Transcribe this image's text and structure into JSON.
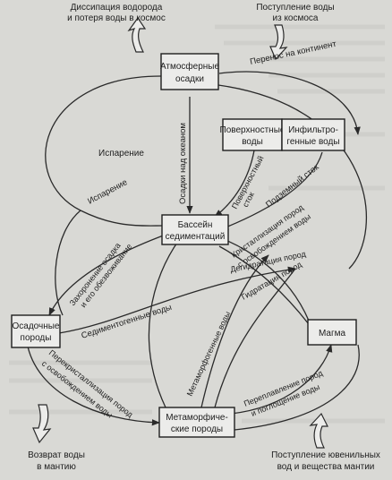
{
  "nodes": {
    "precipitation": [
      "Атмосферные",
      "осадки"
    ],
    "surface_water": [
      "Поверхностные",
      "воды"
    ],
    "infiltration_water": [
      "Инфильтро-",
      "генные воды"
    ],
    "basin": [
      "Бассейн",
      "седиментаций"
    ],
    "sedimentary": [
      "Осадочные",
      "породы"
    ],
    "magma": [
      "Магма"
    ],
    "metamorphic": [
      "Метаморфиче-",
      "ские породы"
    ]
  },
  "external": {
    "hydrogen_dissipation": [
      "Диссипация водорода",
      "и потеря воды в космос"
    ],
    "space_water": [
      "Поступление воды",
      "из космоса"
    ],
    "return_mantle": [
      "Возврат воды",
      "в мантию"
    ],
    "juvenile_supply": [
      "Поступление ювенильных",
      "вод и вещества мантии"
    ]
  },
  "edge_labels": {
    "transfer_continent": "Перенос на континент",
    "evaporation_top": "Испарение",
    "precip_over_ocean": "Осадки над океаном",
    "evaporation_side": "Испарение",
    "surface_runoff": [
      "Поверхностный",
      "сток"
    ],
    "underground_runoff": "Подземный сток",
    "burial": [
      "Захоронение осадка",
      "и его обезвоживание"
    ],
    "crystallization": [
      "Кристаллизация пород",
      "с освобождением воды"
    ],
    "dehydration": "Дегидратация пород",
    "hydration": "Гидратация пород",
    "sedimentogenic": "Седиментогенные воды",
    "recrystallization": [
      "Перекристаллизация пород",
      "с освобождением воды"
    ],
    "metamorphogenic": "Метаморфогенные воды",
    "remelting": [
      "Переплавление пород",
      "и поглощение воды"
    ]
  },
  "colors": {
    "background": "#d9d9d5",
    "box_fill": "#ececea",
    "ink": "#1e1e1e"
  }
}
